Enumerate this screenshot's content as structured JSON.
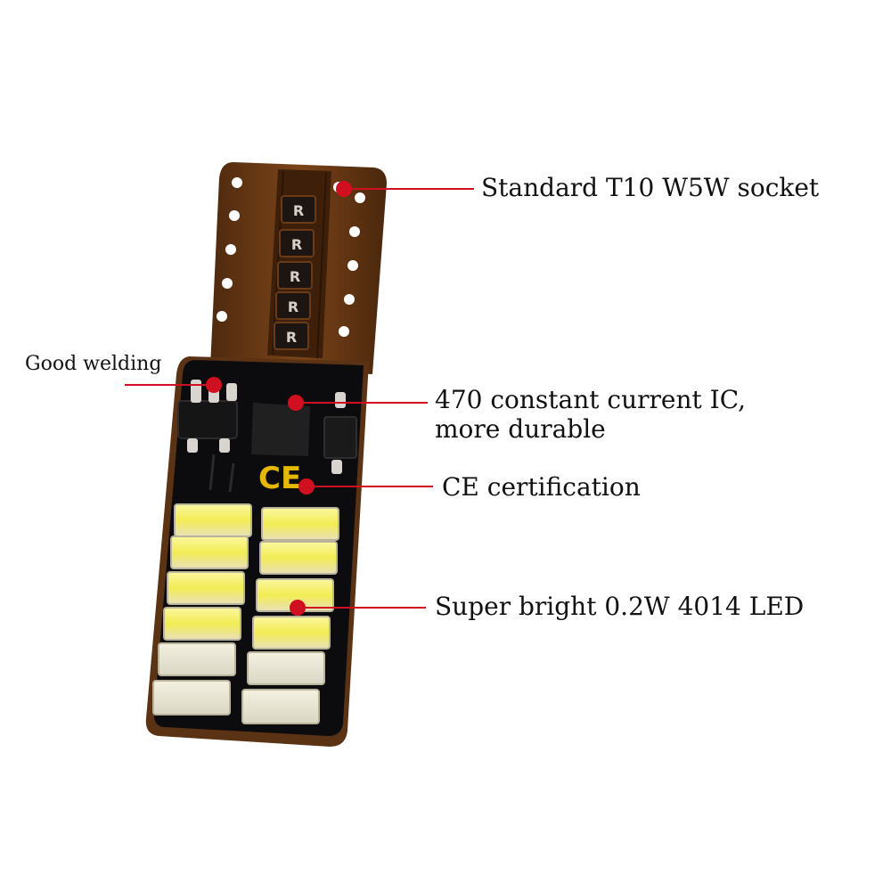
{
  "callouts": {
    "socket": "Standard T10 W5W socket",
    "welding": "Good welding",
    "ic_line1": "470 constant current IC,",
    "ic_line2": "more durable",
    "ce": "CE certification",
    "led": "Super bright 0.2W 4014 LED"
  },
  "pcb_markings": {
    "resistor_label": "R",
    "ce_mark": "CE"
  },
  "colors": {
    "callout_line": "#d01020",
    "pcb_copper": "#6b3a16",
    "pcb_black": "#0c0c0e",
    "led_yellow": "#f4ef6a",
    "text": "#111111"
  }
}
